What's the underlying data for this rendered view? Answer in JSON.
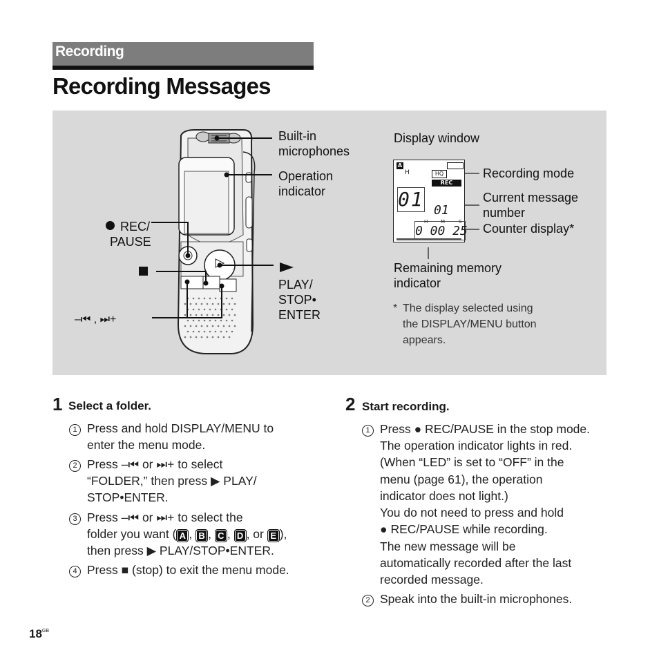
{
  "header": {
    "section_label": "Recording",
    "page_title": "Recording Messages"
  },
  "figure": {
    "labels": {
      "builtin_mic_1": "Built-in",
      "builtin_mic_2": "microphones",
      "op_indicator_1": "Operation",
      "op_indicator_2": "indicator",
      "rec_pause_1": "REC/",
      "rec_pause_2": "PAUSE",
      "play_1": "PLAY/",
      "play_2": "STOP•",
      "play_3": "ENTER",
      "skip_label": "–⏮ , ⏭+",
      "display_window": "Display window",
      "recording_mode": "Recording mode",
      "current_msg_1": "Current message",
      "current_msg_2": "number",
      "counter_display": "Counter display*",
      "remaining_1": "Remaining memory",
      "remaining_2": "indicator"
    },
    "display_screen": {
      "folder": "A",
      "mic_sens": "H",
      "mode": "HQ",
      "rec_badge": "REC",
      "folder_num": "01",
      "message_num": "01",
      "counter": "0 00 25",
      "h_label": "H",
      "m_label": "M",
      "s_label": "S"
    },
    "footnote": {
      "star": "*",
      "line1": "The display selected using",
      "line2": "the DISPLAY/MENU button",
      "line3": "appears."
    }
  },
  "step1": {
    "number": "1",
    "title": "Select a folder.",
    "items": [
      {
        "marker": "1",
        "lines": [
          "Press and hold DISPLAY/MENU to",
          "enter the menu mode."
        ]
      },
      {
        "marker": "2",
        "line1_a": "Press –",
        "line1_b": " or ",
        "line1_c": "+ to select",
        "line2_a": "“FOLDER,” then press ",
        "line2_b": " PLAY/",
        "line3": "STOP•ENTER."
      },
      {
        "marker": "3",
        "line1_a": "Press –",
        "line1_b": " or ",
        "line1_c": "+ to select the",
        "line2_a": "folder you want (",
        "line2_end": "),",
        "line3_a": "then press ",
        "line3_b": " PLAY/STOP•ENTER."
      },
      {
        "marker": "4",
        "text_a": "Press ",
        "text_b": " (stop) to exit the menu mode."
      }
    ],
    "folders": [
      "A",
      "B",
      "C",
      "D",
      "E"
    ],
    "or_word": ", or "
  },
  "step2": {
    "number": "2",
    "title": "Start recording.",
    "items": [
      {
        "marker": "1",
        "line1_a": "Press ",
        "line1_b": " REC/PAUSE in the stop mode.",
        "lines": [
          "The operation indicator lights in red.",
          "(When “LED” is set to “OFF” in the",
          "menu (page 61), the operation",
          "indicator does not light.)",
          "You do not need to press and hold"
        ],
        "line7_b": " REC/PAUSE while recording.",
        "lines_after": [
          "The new message will be",
          "automatically recorded after the last",
          "recorded message."
        ]
      },
      {
        "marker": "2",
        "text": "Speak into the built-in microphones."
      }
    ]
  },
  "footer": {
    "page_number": "18",
    "page_suffix": "GB"
  }
}
